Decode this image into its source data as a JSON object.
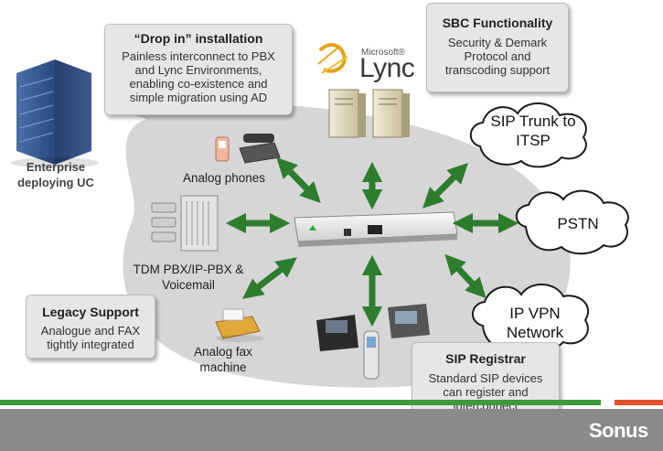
{
  "callouts": {
    "dropin": {
      "title": "“Drop in” installation",
      "body": [
        "Painless interconnect to PBX",
        "and Lync Environments,",
        "enabling co-existence and",
        "simple migration using AD"
      ]
    },
    "sbc": {
      "title": "SBC Functionality",
      "body": [
        "Security & Demark",
        "Protocol and",
        "transcoding support"
      ]
    },
    "legacy": {
      "title": "Legacy Support",
      "body": [
        "Analogue and FAX",
        "tightly integrated"
      ]
    },
    "registrar": {
      "title": "SIP Registrar",
      "body": [
        "Standard SIP devices",
        "can register and",
        "interconnect"
      ]
    }
  },
  "labels": {
    "enterprise": [
      "Enterprise",
      "deploying  UC"
    ],
    "analog_phones": "Analog phones",
    "tdm_pbx": [
      "TDM PBX/IP-PBX &",
      "Voicemail"
    ],
    "analog_fax": [
      "Analog fax",
      "machine"
    ]
  },
  "clouds": {
    "sip_trunk": [
      "SIP Trunk to",
      "ITSP"
    ],
    "pstn": [
      "PSTN"
    ],
    "ip_vpn": [
      "IP VPN",
      "Network"
    ]
  },
  "logos": {
    "microsoft": "Microsoft®",
    "lync": "Lync",
    "sonus": "Sonus"
  },
  "colors": {
    "arrow": "#2e7d2e",
    "blob": "#d6d6d6",
    "stripe_green": "#3d9a3d",
    "stripe_orange": "#e0522c",
    "footer": "#8a8a8a"
  }
}
